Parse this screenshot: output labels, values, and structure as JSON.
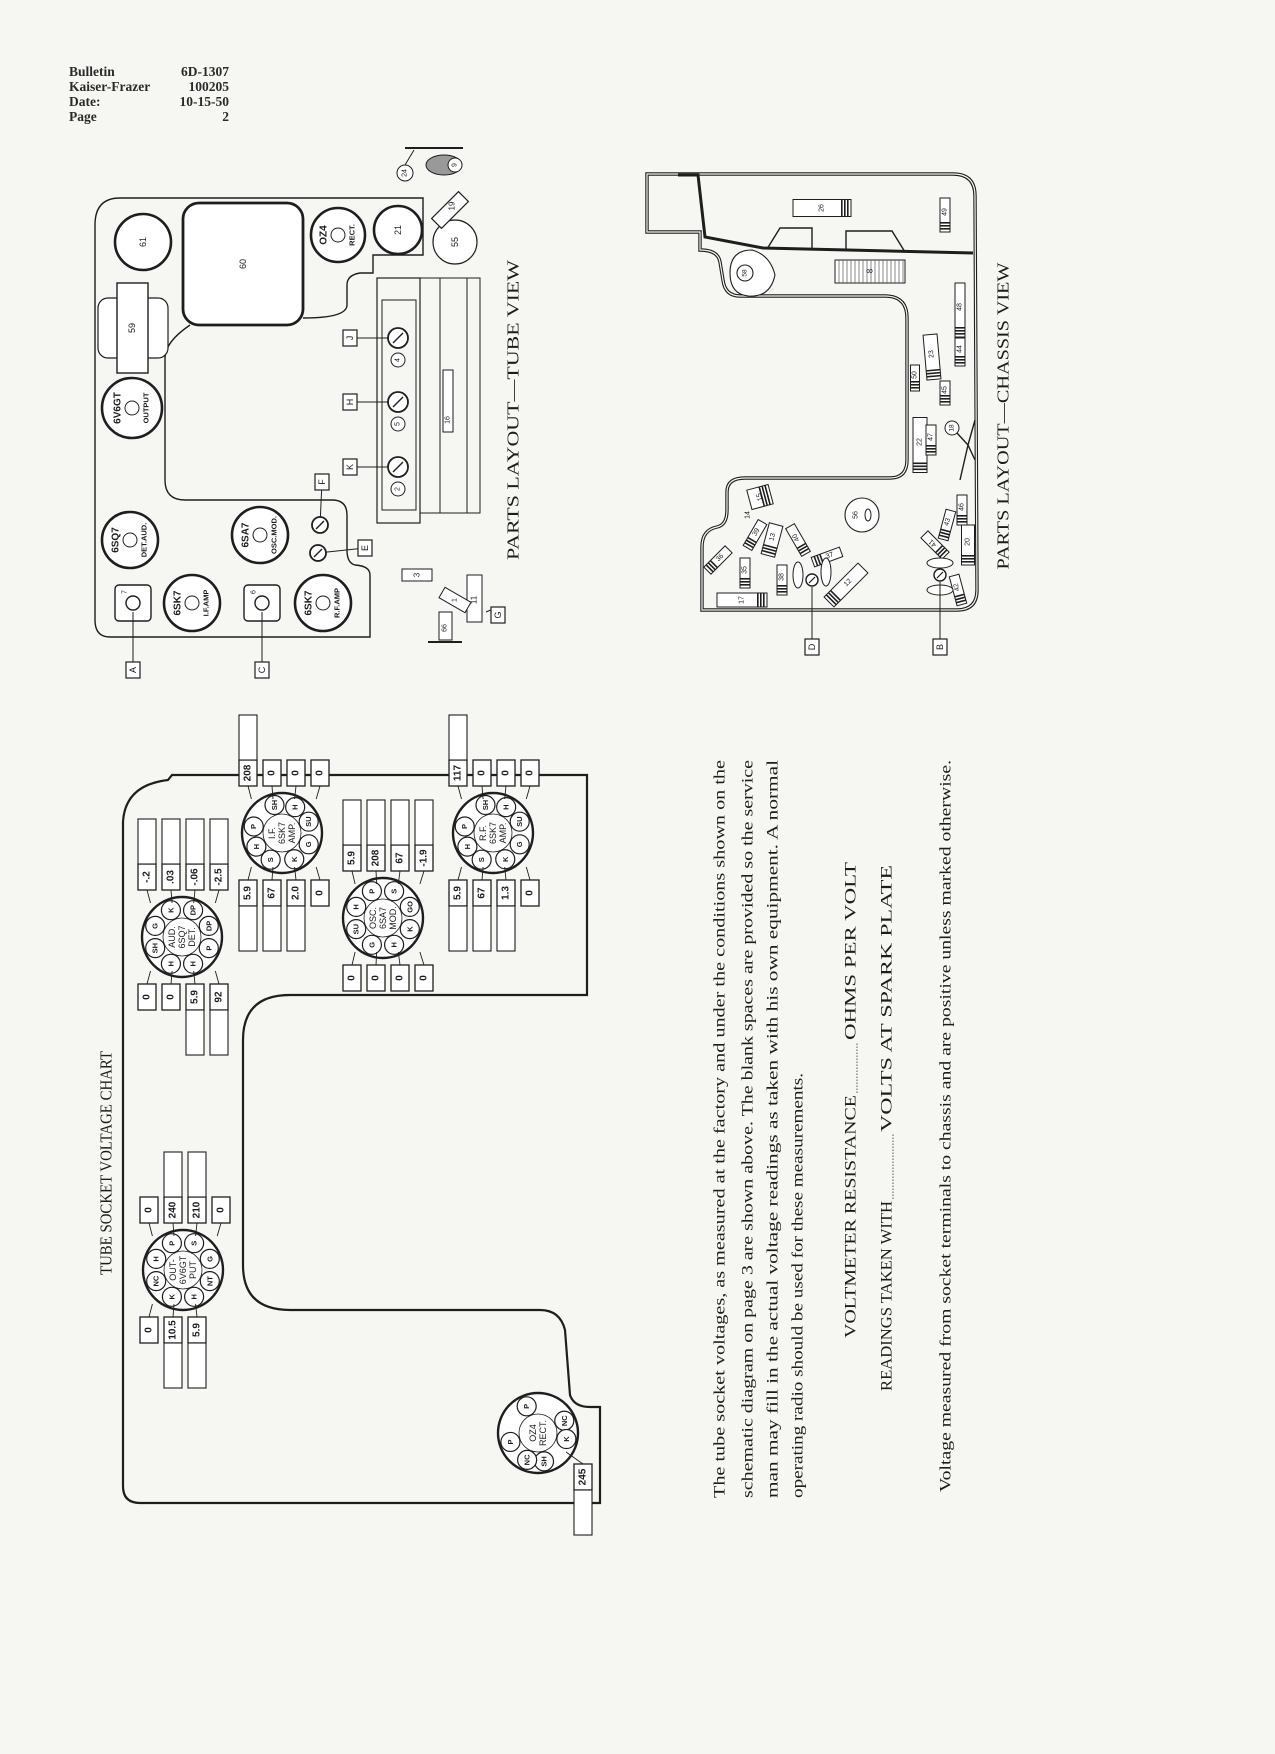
{
  "header": {
    "rows": [
      {
        "label": "Bulletin",
        "value": "6D-1307"
      },
      {
        "label": "Kaiser-Frazer",
        "value": "100205"
      },
      {
        "label": "Date:",
        "value": "10-15-50"
      },
      {
        "label": "Page",
        "value": "2"
      }
    ]
  },
  "voltage_chart": {
    "title": "TUBE SOCKET VOLTAGE CHART",
    "sockets": [
      {
        "name_lines": [
          "OUT-",
          "6V6GT",
          "PUT"
        ],
        "pins": [
          "NC",
          "H",
          "P",
          "S",
          "G",
          "NT",
          "H",
          "K"
        ],
        "upper": [
          "0",
          "240",
          "210",
          "0"
        ],
        "lower": [
          "0",
          "10.5",
          "5.9"
        ]
      },
      {
        "name_lines": [
          "AUD.",
          "6SQ7",
          "DET."
        ],
        "pins": [
          "SH",
          "G",
          "K",
          "DP",
          "DP",
          "P",
          "H",
          "H"
        ],
        "upper": [
          "-.2",
          ".03",
          "-.06",
          "-2.5"
        ],
        "lower": [
          "0",
          "0",
          "5.9",
          "92"
        ]
      },
      {
        "name_lines": [
          "I.F.",
          "6SK7",
          "AMP."
        ],
        "pins": [
          "SH",
          "H",
          "SU",
          "G",
          "K",
          "S",
          "H",
          "P"
        ],
        "upper": [
          "208",
          "0",
          "0",
          "0"
        ],
        "lower": [
          "5.9",
          "67",
          "2.0",
          "0"
        ]
      },
      {
        "name_lines": [
          "OSC.",
          "6SA7",
          "MOD."
        ],
        "pins": [
          "SU",
          "H",
          "P",
          "S",
          "GO",
          "K",
          "H",
          "G"
        ],
        "upper": [
          "5.9",
          "208",
          "67",
          "-1.9"
        ],
        "lower": [
          "0",
          "0",
          "0",
          "0"
        ]
      },
      {
        "name_lines": [
          "R.F.",
          "6SK7",
          "AMP."
        ],
        "pins": [
          "SH",
          "H",
          "SU",
          "G",
          "K",
          "S",
          "H",
          "P"
        ],
        "upper": [
          "117",
          "0",
          "0",
          "0"
        ],
        "lower": [
          "5.9",
          "67",
          "1.3",
          "0"
        ]
      },
      {
        "name_lines": [
          "OZ4",
          "RECT."
        ],
        "pins": [
          "P",
          "NC",
          "K",
          "SH",
          "NC",
          "P"
        ],
        "upper": [],
        "lower": [],
        "value": "245"
      }
    ]
  },
  "instructions": {
    "lines": [
      "The tube socket voltages, as measured at the factory and under the conditions shown on the",
      "schematic diagram on page 3 are shown above.  The blank spaces are provided so the service",
      "man may fill in the actual voltage readings as taken with his own equipment.  A normal",
      "operating radio should be used for these measurements."
    ],
    "voltmeter_label": "VOLTMETER RESISTANCE",
    "voltmeter_unit": "OHMS PER VOLT",
    "readings_label": "READINGS TAKEN WITH",
    "readings_unit": "VOLTS AT SPARK PLATE",
    "note": "Voltage measured from socket terminals to chassis and are positive unless marked otherwise."
  },
  "tube_view": {
    "caption": "PARTS LAYOUT—TUBE VIEW",
    "tubes": [
      {
        "type": "6V6GT",
        "function": "OUTPUT"
      },
      {
        "type": "6SQ7",
        "function": "DET.AUD."
      },
      {
        "type": "6SA7",
        "function": "OSC.MOD."
      },
      {
        "type": "6SK7",
        "function": "I.F.AMP"
      },
      {
        "type": "6SK7",
        "function": "R.F.AMP"
      },
      {
        "type": "OZ4",
        "function": "RECT."
      }
    ],
    "components": [
      "61",
      "60",
      "21",
      "55",
      "19",
      "24",
      "9",
      "59",
      "16",
      "3",
      "11",
      "1",
      "66"
    ],
    "trimmers": [
      {
        "letter": "J",
        "number": "4"
      },
      {
        "letter": "H",
        "number": "5"
      },
      {
        "letter": "K",
        "number": "2"
      }
    ],
    "padders": [
      {
        "letter": "A",
        "number": "7"
      },
      {
        "letter": "C",
        "number": "6"
      }
    ],
    "screws": [
      {
        "letter": "F"
      },
      {
        "letter": "E"
      }
    ],
    "switch_callout": "G"
  },
  "chassis_view": {
    "caption": "PARTS LAYOUT—CHASSIS VIEW",
    "components": [
      "26",
      "49",
      "48",
      "23",
      "44",
      "50",
      "45",
      "22",
      "47",
      "15",
      "39",
      "13",
      "40",
      "36",
      "35",
      "38",
      "37",
      "12",
      "17",
      "41",
      "43",
      "46",
      "20",
      "42"
    ],
    "other_parts": {
      "p14": "14",
      "p56": "56",
      "p58": "58",
      "p18": "18",
      "p8": "8"
    },
    "callouts": [
      "D",
      "B"
    ]
  }
}
